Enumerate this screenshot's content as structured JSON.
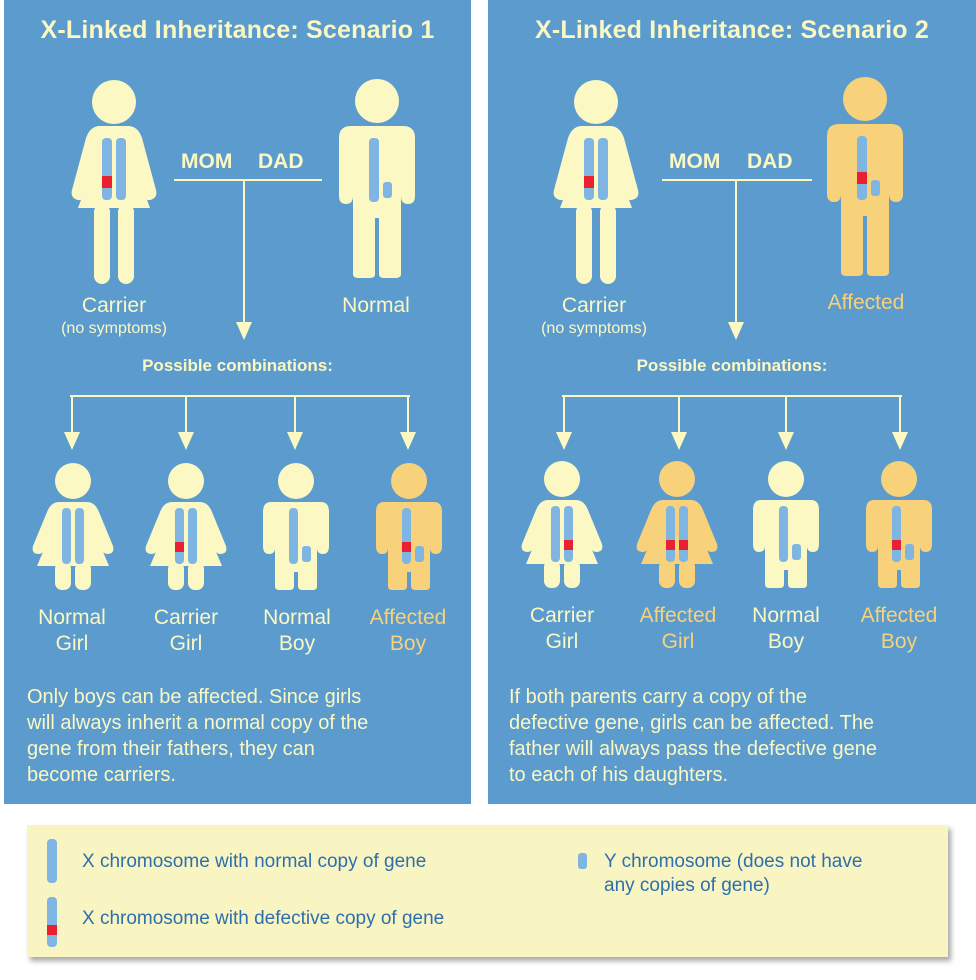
{
  "colors": {
    "panel_bg": "#5b9bce",
    "figure_normal": "#fbf8c3",
    "figure_affected": "#f7d27a",
    "chromosome": "#7fb5e3",
    "defect": "#e8202f",
    "legend_bg": "#f9f5c3",
    "legend_text": "#2d6fae"
  },
  "scenario1": {
    "title": "X-Linked Inheritance: Scenario 1",
    "mom_label": "MOM",
    "dad_label": "DAD",
    "mother": {
      "label": "Carrier",
      "sublabel": "(no symptoms)"
    },
    "father": {
      "label": "Normal"
    },
    "possible": "Possible combinations:",
    "children": [
      {
        "line1": "Normal",
        "line2": "Girl"
      },
      {
        "line1": "Carrier",
        "line2": "Girl"
      },
      {
        "line1": "Normal",
        "line2": "Boy"
      },
      {
        "line1": "Affected",
        "line2": "Boy"
      }
    ],
    "description": [
      "Only boys can be affected. Since girls",
      "will always inherit a normal copy of the",
      "gene from their fathers, they can",
      "become carriers."
    ]
  },
  "scenario2": {
    "title": "X-Linked Inheritance: Scenario 2",
    "mom_label": "MOM",
    "dad_label": "DAD",
    "mother": {
      "label": "Carrier",
      "sublabel": "(no symptoms)"
    },
    "father": {
      "label": "Affected"
    },
    "possible": "Possible combinations:",
    "children": [
      {
        "line1": "Carrier",
        "line2": "Girl"
      },
      {
        "line1": "Affected",
        "line2": "Girl"
      },
      {
        "line1": "Normal",
        "line2": "Boy"
      },
      {
        "line1": "Affected",
        "line2": "Boy"
      }
    ],
    "description": [
      "If both parents carry a copy of the",
      "defective gene, girls can be affected. The",
      "father will always pass the defective gene",
      "to each of his daughters."
    ]
  },
  "legend": {
    "x_normal": "X chromosome with normal copy of gene",
    "x_defective": "X chromosome with defective copy of gene",
    "y_line1": "Y chromosome (does not have",
    "y_line2": "any copies of gene)"
  }
}
